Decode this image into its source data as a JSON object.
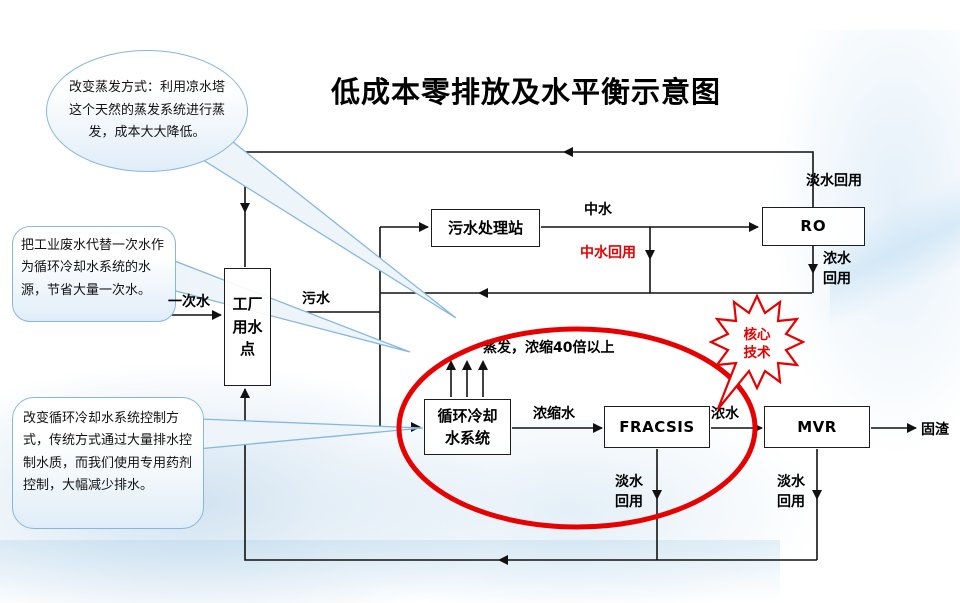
{
  "title": "低成本零排放及水平衡示意图",
  "callouts": {
    "evaporation": {
      "text": "改变蒸发方式：利用凉水塔这个天然的蒸发系统进行蒸发，成本大大降低。"
    },
    "wastewater": {
      "text": "把工业废水代替一次水作为循环冷却水系统的水源，节省大量一次水。"
    },
    "control": {
      "text": "改变循环冷却水系统控制方式，传统方式通过大量排水控制水质，而我们使用专用药剂控制，大幅减少排水。"
    }
  },
  "nodes": {
    "factory": "工厂用水点",
    "sewage_plant": "污水处理站",
    "ro": "RO",
    "cooling": "循环冷却水系统",
    "fracsis": "FRACSIS",
    "mvr": "MVR"
  },
  "labels": {
    "primary_water": "一次水",
    "sewage": "污水",
    "reclaimed_water": "中水",
    "reclaimed_reuse": "中水回用",
    "freshwater_reuse_top": "淡水回用",
    "concentrate_reuse": "浓水回用",
    "evaporation_note": "蒸发，浓缩40倍以上",
    "concentrated_water": "浓缩水",
    "concentrate": "浓水",
    "solid_residue": "固渣",
    "freshwater_reuse_fracsis": "淡水回用",
    "freshwater_reuse_mvr": "淡水回用"
  },
  "badge": {
    "core_tech": "核心技术"
  },
  "colors": {
    "accent_red": "#e60000",
    "line": "#111111",
    "bubble_border": "#86b7e0"
  }
}
